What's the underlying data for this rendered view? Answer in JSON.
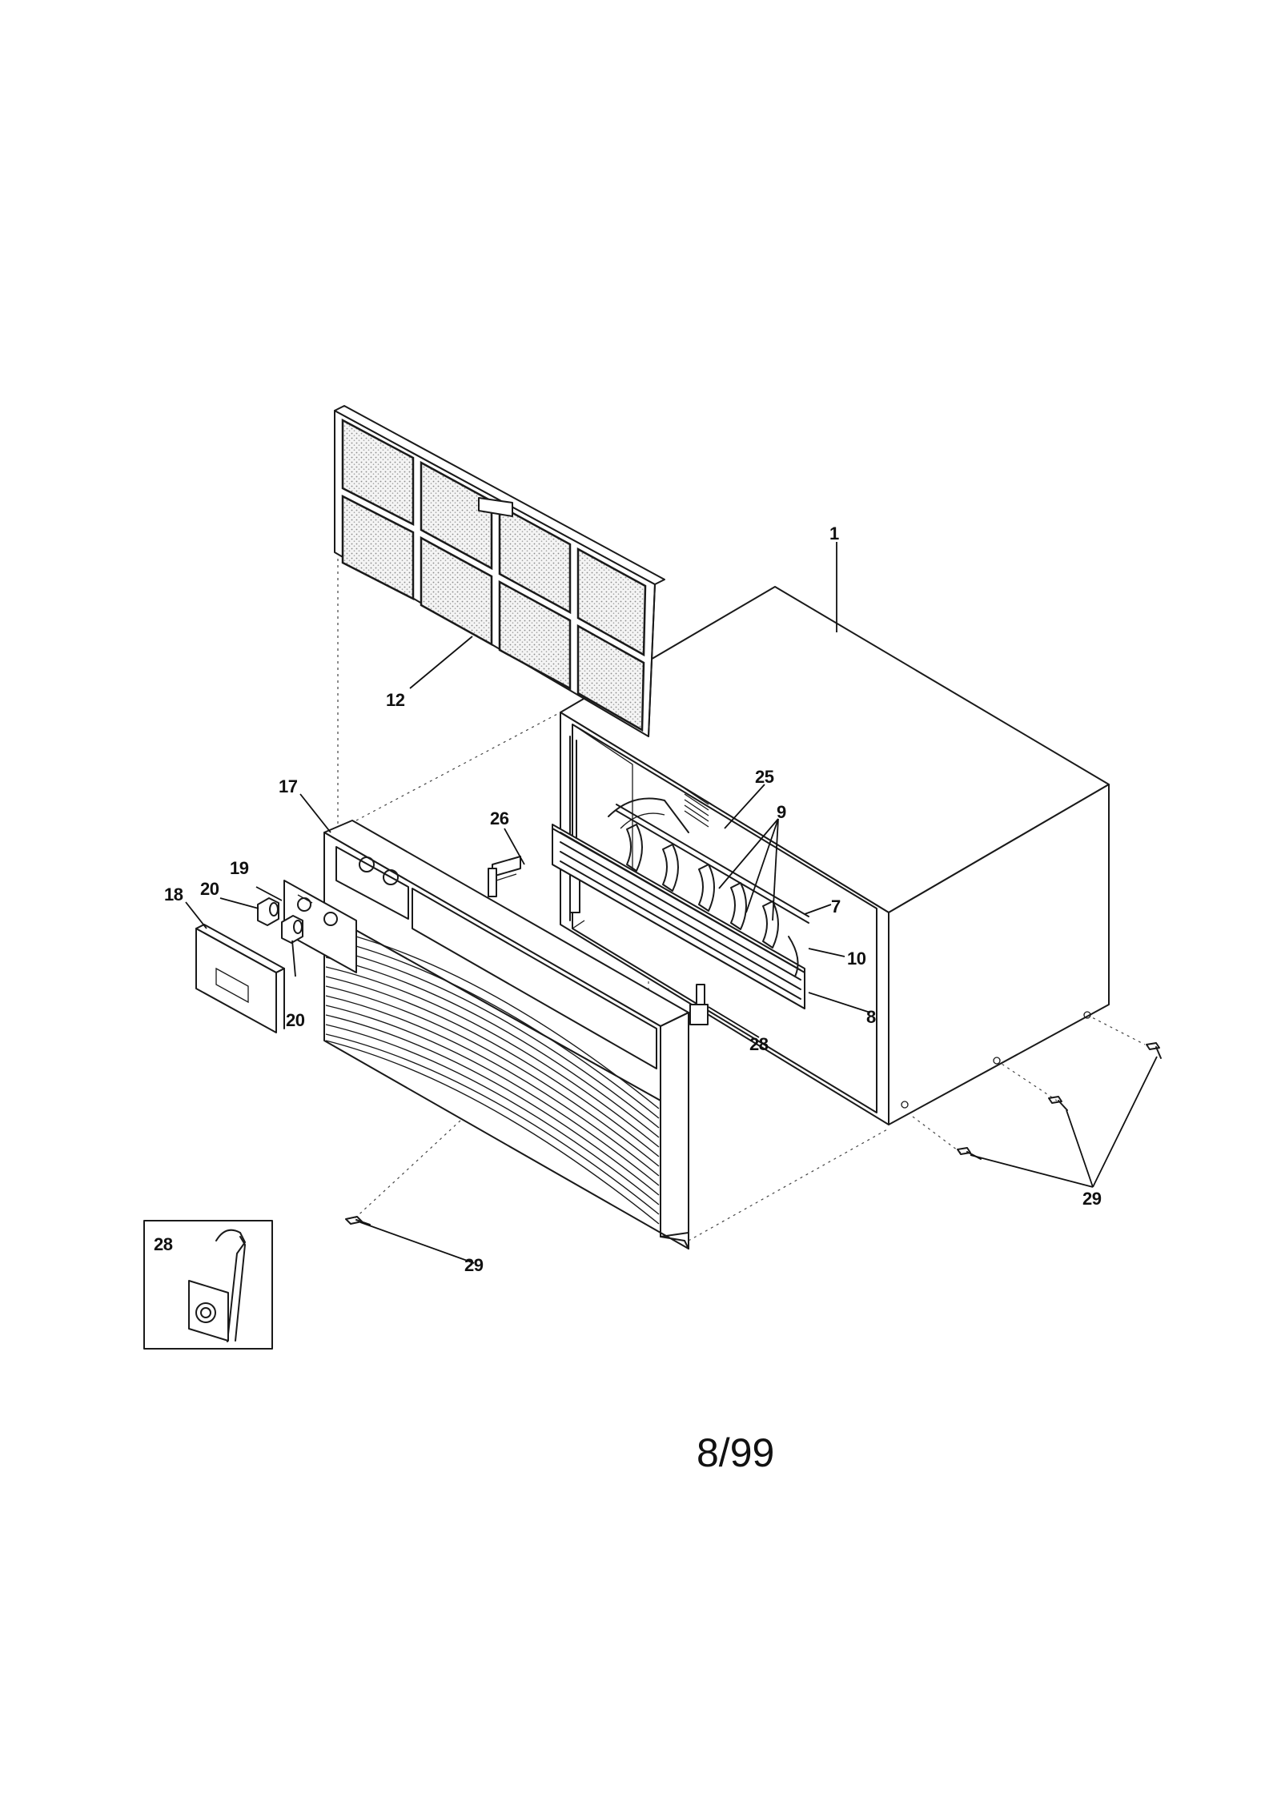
{
  "diagram": {
    "callouts": {
      "c1": "1",
      "c7": "7",
      "c8": "8",
      "c9": "9",
      "c10": "10",
      "c12": "12",
      "c17": "17",
      "c18": "18",
      "c19": "19",
      "c20a": "20",
      "c20b": "20",
      "c25": "25",
      "c26": "26",
      "c28": "28",
      "c28_inset": "28",
      "c29_front": "29",
      "c29_right": "29"
    },
    "date_code": "8/99"
  }
}
